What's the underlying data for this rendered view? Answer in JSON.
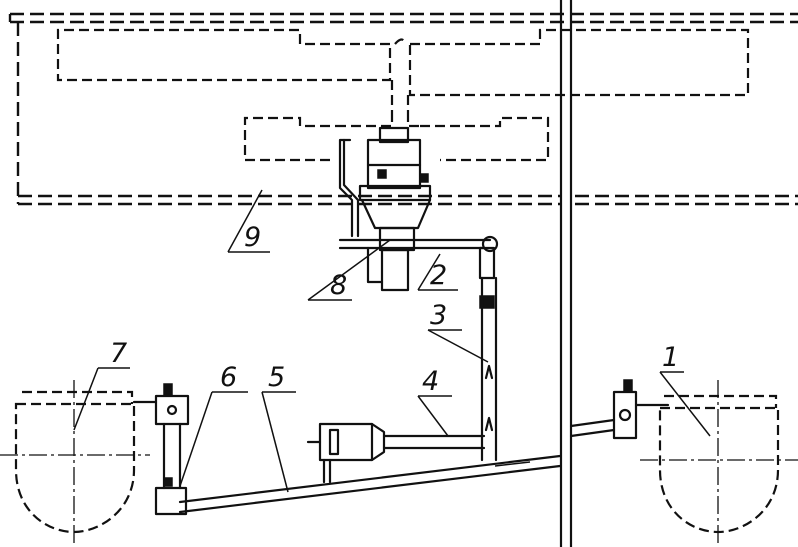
{
  "diagram": {
    "labels": {
      "l1": "1",
      "l2": "2",
      "l3": "3",
      "l4": "4",
      "l5": "5",
      "l6": "6",
      "l7": "7",
      "l8": "8",
      "l9": "9"
    }
  }
}
